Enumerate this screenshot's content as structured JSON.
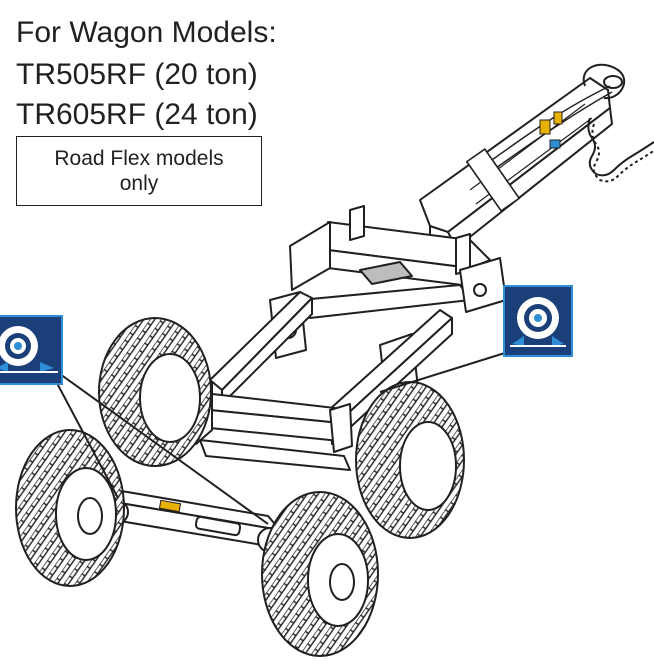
{
  "heading": {
    "line1": "For Wagon Models:",
    "line2": "TR505RF (20 ton)",
    "line3": "TR605RF (24 ton)"
  },
  "note": "Road Flex models only",
  "icons": {
    "name": "wheel-chock-icon",
    "background": "#1b3f78",
    "foreground": "#ffffff",
    "accent": "#2f8fd6"
  },
  "colors": {
    "line": "#231f20",
    "highlight": "#e8b100"
  }
}
